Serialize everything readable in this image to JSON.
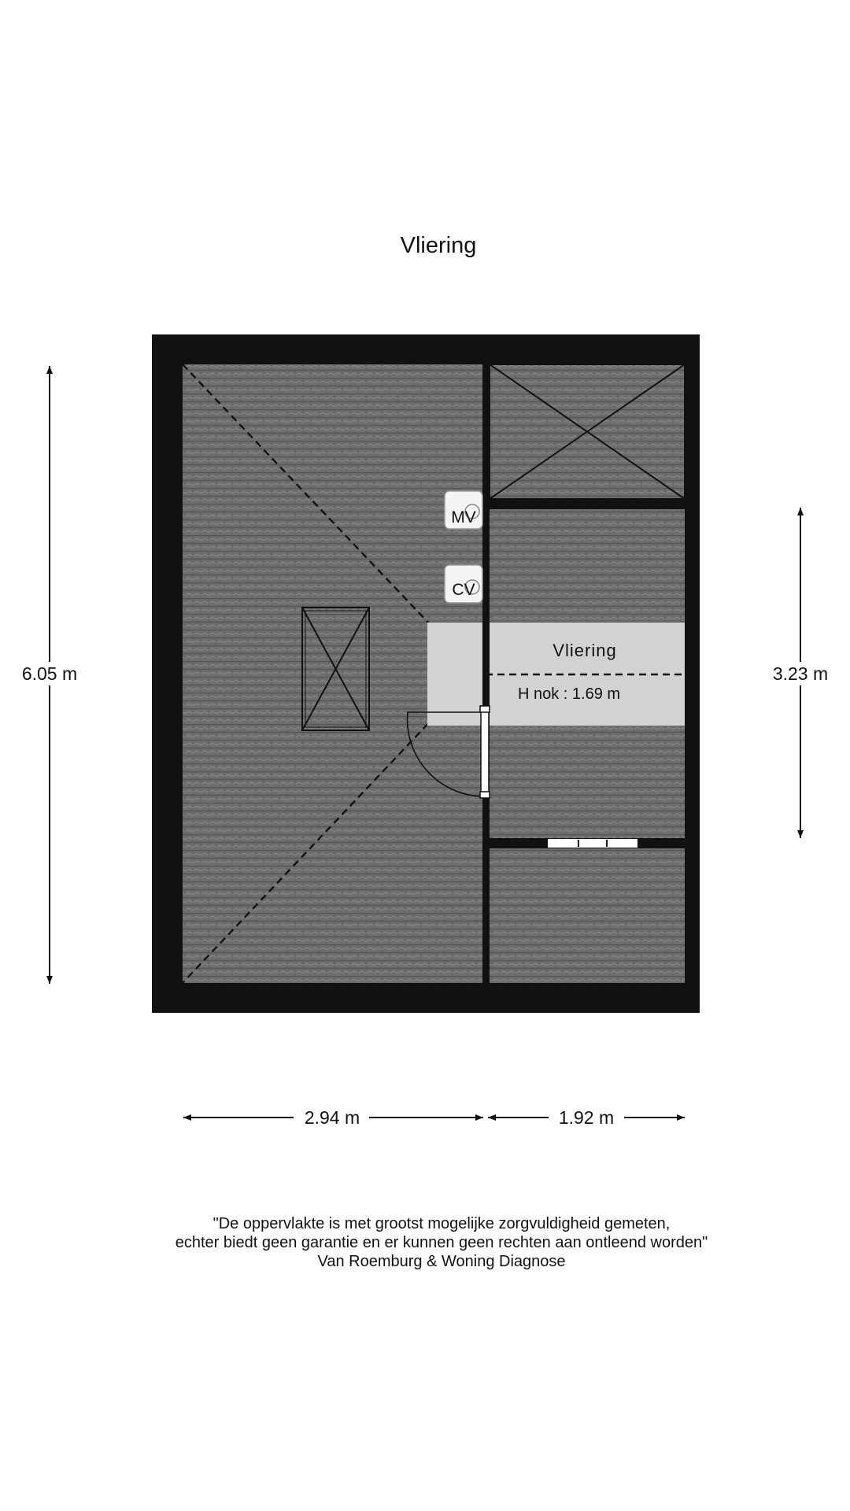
{
  "title": "Vliering",
  "rooms": [
    {
      "name": "Vliering",
      "height_label": "H nok : 1.69 m"
    }
  ],
  "symbols": {
    "ventilation_label": "MV",
    "boiler_label": "CV"
  },
  "dimensions": {
    "total_depth": "6.05 m",
    "room_depth": "3.23 m",
    "left_width": "2.94 m",
    "right_width": "1.92 m"
  },
  "disclaimer": {
    "line1": "\"De oppervlakte is met grootst mogelijke zorgvuldigheid gemeten,",
    "line2": "echter biedt geen garantie en er kunnen geen rechten aan ontleend worden\"",
    "line3": "Van Roemburg & Woning Diagnose"
  },
  "colors": {
    "wall": "#111111",
    "roof_tile": "#6e6e6e",
    "room_highlight": "#d2d2d2"
  }
}
